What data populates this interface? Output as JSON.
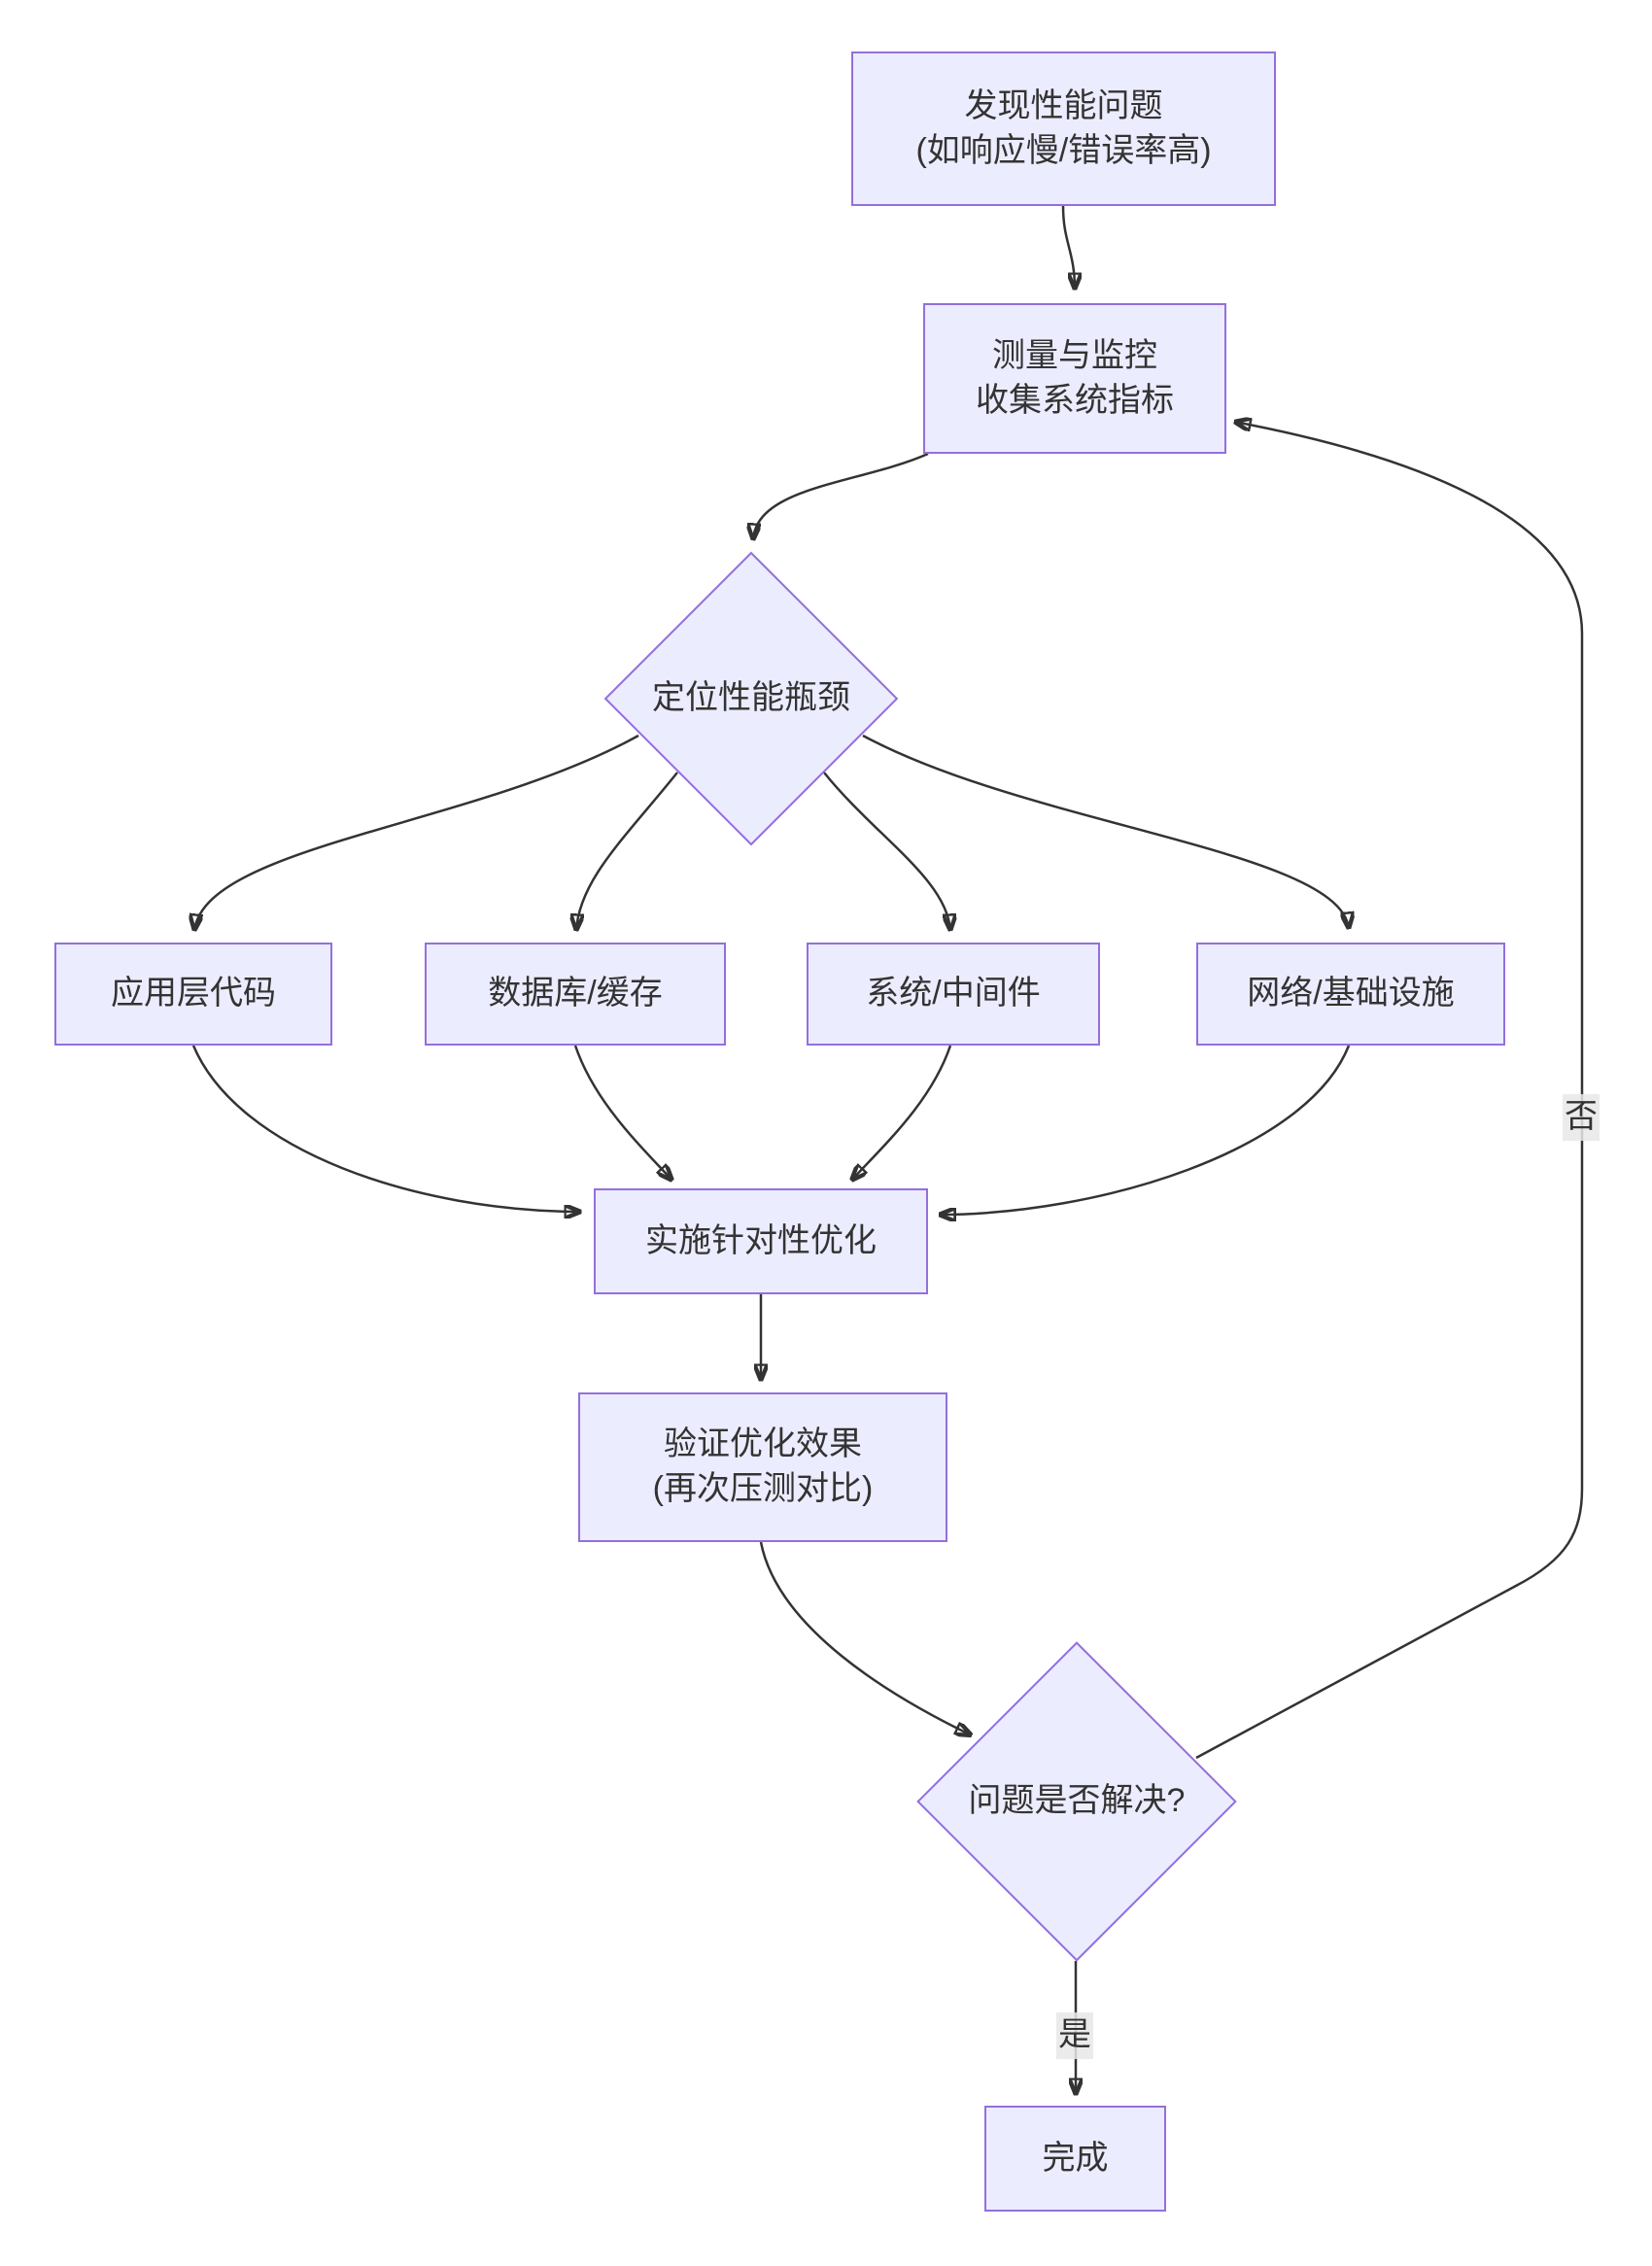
{
  "diagram": {
    "type": "flowchart",
    "colors": {
      "background": "#ffffff",
      "node_fill": "#ECECFF",
      "node_border": "#9370DB",
      "edge_line": "#333333",
      "text": "#333333",
      "edge_label_bg": "#e8e8e8"
    },
    "nodes": {
      "start": {
        "label": "发现性能问题\n(如响应慢/错误率高)"
      },
      "measure": {
        "label": "测量与监控\n收集系统指标"
      },
      "locate": {
        "label": "定位性能瓶颈"
      },
      "app": {
        "label": "应用层代码"
      },
      "db": {
        "label": "数据库/缓存"
      },
      "sys": {
        "label": "系统/中间件"
      },
      "net": {
        "label": "网络/基础设施"
      },
      "optimize": {
        "label": "实施针对性优化"
      },
      "verify": {
        "label": "验证优化效果\n(再次压测对比)"
      },
      "solved": {
        "label": "问题是否解决?"
      },
      "done": {
        "label": "完成"
      }
    },
    "edge_labels": {
      "yes": "是",
      "no": "否"
    }
  }
}
